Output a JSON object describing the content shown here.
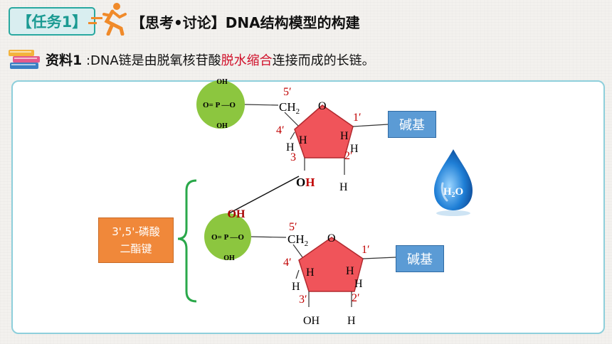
{
  "header": {
    "task_badge": "【任务1】",
    "heading": "【思考•讨论】DNA结构模型的构建"
  },
  "material": {
    "label": "资料1",
    "colon": " :",
    "text_before": "DNA链是由脱氧核苷酸",
    "highlight": "脱水缩合",
    "text_after": "连接而成的长链。",
    "highlight_color": "#d0102a"
  },
  "diagram": {
    "phosphate": {
      "oh": "OH",
      "p": "O= P —O",
      "oh_bottom": "OH"
    },
    "top": {
      "pos5": "5′",
      "ch2": "CH",
      "ch2_sub": "2",
      "ring_o": "O",
      "pos1": "1′",
      "pos2": "2′",
      "pos3": "3",
      "pos4": "4′",
      "h": "H",
      "oh_o": "O",
      "oh_h": "H"
    },
    "bottom": {
      "oh_big": "OH",
      "pos5": "5′",
      "ch2": "CH",
      "ch2_sub": "2",
      "ring_o": "O",
      "pos1": "1′",
      "pos2": "2′",
      "pos3": "3′",
      "pos4": "4′",
      "h": "H",
      "oh": "OH"
    },
    "bond_label_line1": "3',5'-磷酸",
    "bond_label_line2": "二酯键",
    "base_label": "碱基",
    "water": "H",
    "water_sub": "2",
    "water_o": "O",
    "colors": {
      "ring_fill": "#f0545a",
      "phosphate_fill": "#8cc63f",
      "bracket": "#2aa84a",
      "position_numbers": "#c00000"
    }
  }
}
